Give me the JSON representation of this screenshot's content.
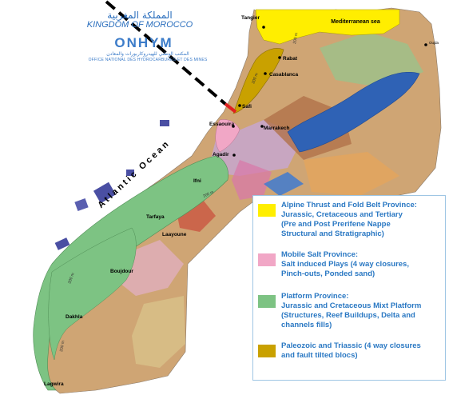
{
  "organization": {
    "name_arabic": "المملكة المغربية",
    "kingdom_label": "KINGDOM OF MOROCCO",
    "logo_text": "ONHYM",
    "subtitle_arabic": "المكتب الوطني للهيدروكاربورات والمعادن",
    "subtitle": "OFFICE NATIONAL DES HYDROCARBURES ET DES MINES"
  },
  "map_labels": {
    "ocean": "Atlantic Ocean",
    "sea": "Mediterranean sea",
    "cities": {
      "tangier": "Tangier",
      "oujda": "Oujda",
      "rabat": "Rabat",
      "casablanca": "Casablanca",
      "safi": "Safi",
      "essaouira": "Essaouira",
      "marrakech": "Marrakech",
      "agadir": "Agadir",
      "ifni": "Ifni",
      "tarfaya": "Tarfaya",
      "laayoune": "Laayoune",
      "boujdour": "Boujdour",
      "dakhla": "Dakhla",
      "lagwira": "Lagwira"
    },
    "isobath_label": "200 m"
  },
  "legend": {
    "items": [
      {
        "color": "#ffee00",
        "title": "Alpine Thrust and Fold Belt Province:",
        "description": "Jurassic, Cretaceous and Tertiary\n(Pre and Post Prerifene Nappe\nStructural and Stratigraphic)"
      },
      {
        "color": "#f1a7c6",
        "title": "Mobile Salt Province:",
        "description": "Salt induced Plays (4 way closures,\nPinch-outs, Ponded sand)"
      },
      {
        "color": "#7dc383",
        "title": "Platform Province:",
        "description": "Jurassic and Cretaceous Mixt Platform\n(Structures, Reef Buildups, Delta and\nchannels fills)"
      },
      {
        "color": "#c9a100",
        "title": "Paleozoic and Triassic (4 way closures",
        "description": "and fault tilted blocs)"
      }
    ]
  }
}
